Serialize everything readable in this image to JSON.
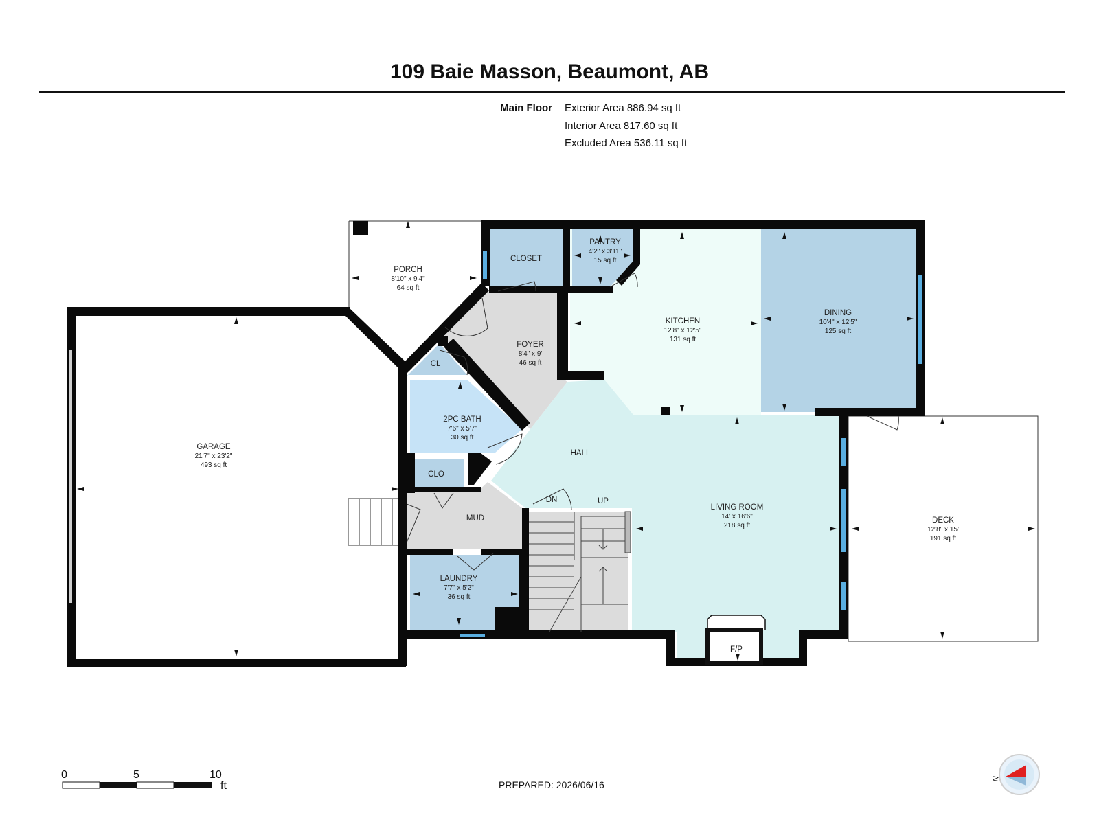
{
  "header": {
    "title": "109 Baie Masson, Beaumont, AB"
  },
  "summary": {
    "floor_label": "Main Floor",
    "exterior_area": "Exterior Area 886.94 sq ft",
    "interior_area": "Interior Area 817.60 sq ft",
    "excluded_area": "Excluded Area 536.11 sq ft"
  },
  "rooms": {
    "porch": {
      "name": "PORCH",
      "dims": "8'10\" x 9'4\"",
      "area": "64 sq ft"
    },
    "closet": {
      "name": "CLOSET"
    },
    "pantry": {
      "name": "PANTRY",
      "dims": "4'2\" x 3'11\"",
      "area": "15 sq ft"
    },
    "kitchen": {
      "name": "KITCHEN",
      "dims": "12'8\" x 12'5\"",
      "area": "131 sq ft"
    },
    "dining": {
      "name": "DINING",
      "dims": "10'4\" x 12'5\"",
      "area": "125 sq ft"
    },
    "foyer": {
      "name": "FOYER",
      "dims": "8'4\" x 9'",
      "area": "46 sq ft"
    },
    "cl": {
      "name": "CL"
    },
    "bath": {
      "name": "2PC BATH",
      "dims": "7'6\" x 5'7\"",
      "area": "30 sq ft"
    },
    "garage": {
      "name": "GARAGE",
      "dims": "21'7\" x 23'2\"",
      "area": "493 sq ft"
    },
    "hall": {
      "name": "HALL"
    },
    "clo": {
      "name": "CLO"
    },
    "mud": {
      "name": "MUD"
    },
    "dn": {
      "name": "DN"
    },
    "up": {
      "name": "UP"
    },
    "living": {
      "name": "LIVING ROOM",
      "dims": "14' x 16'6\"",
      "area": "218 sq ft"
    },
    "deck": {
      "name": "DECK",
      "dims": "12'8\" x 15'",
      "area": "191 sq ft"
    },
    "laundry": {
      "name": "LAUNDRY",
      "dims": "7'7\" x 5'2\"",
      "area": "36 sq ft"
    },
    "fp": {
      "name": "F/P"
    }
  },
  "scale_bar": {
    "ticks": [
      "0",
      "5",
      "10"
    ],
    "unit": "ft"
  },
  "footer": {
    "prepared": "PREPARED: 2026/06/16"
  },
  "compass": {
    "label": "N",
    "icon": "compass-icon"
  },
  "colors": {
    "wall": "#0a0a0a",
    "living_hall": "#d7f1f1",
    "kitchen": "#eefcf9",
    "dining": "#b4d3e6",
    "foyer": "#dcdcdc",
    "bath": "#c6e3f7",
    "closet": "#b5d3e7",
    "window": "#5aaee0",
    "needle": "#e02020"
  }
}
